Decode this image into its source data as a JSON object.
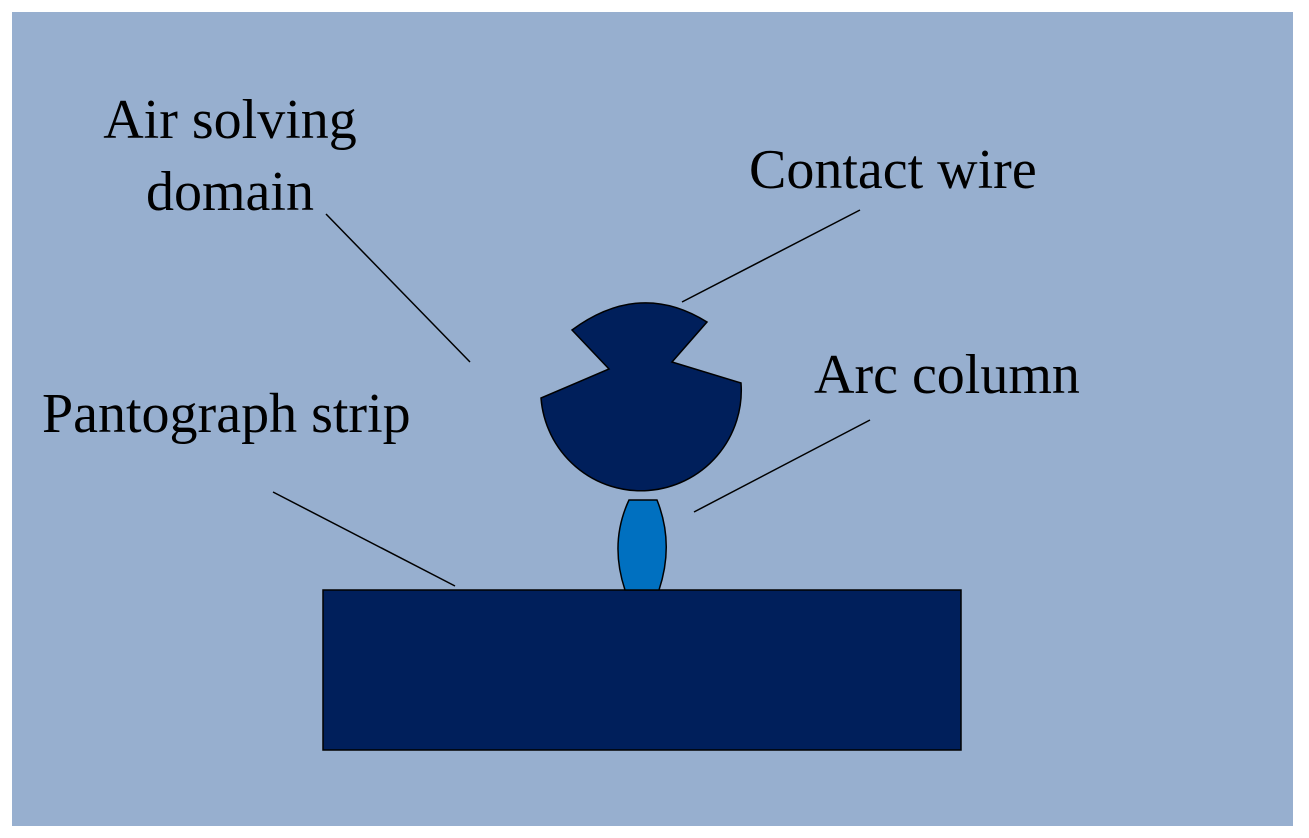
{
  "labels": {
    "air_domain_line1": "Air solving",
    "air_domain_line2": "domain",
    "contact_wire": "Contact wire",
    "arc_column": "Arc column",
    "pantograph_strip": "Pantograph strip"
  },
  "colors": {
    "air_domain": "#97afcf",
    "frame_border": "#ffffff",
    "conductor": "#001f5b",
    "arc": "#0070c0",
    "outline": "#000000",
    "leader_line": "#000000",
    "text": "#000000"
  }
}
